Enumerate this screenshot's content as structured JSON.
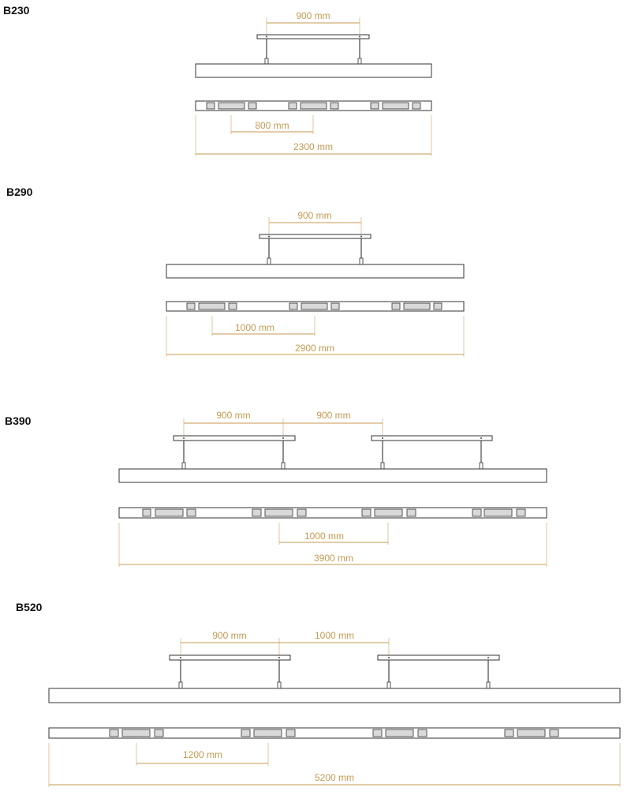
{
  "colors": {
    "accent": "#c49a52",
    "line": "#333333",
    "slot_fill": "#d9d9d9"
  },
  "models": [
    {
      "name": "B230",
      "dims": [
        "900 mm",
        "800 mm",
        "2300 mm"
      ]
    },
    {
      "name": "B290",
      "dims": [
        "900 mm",
        "1000 mm",
        "2900 mm"
      ]
    },
    {
      "name": "B390",
      "dims": [
        "900 mm",
        "900 mm",
        "1000 mm",
        "3900 mm"
      ]
    },
    {
      "name": "B520",
      "dims": [
        "900 mm",
        "1000 mm",
        "1200 mm",
        "5200 mm"
      ]
    }
  ]
}
